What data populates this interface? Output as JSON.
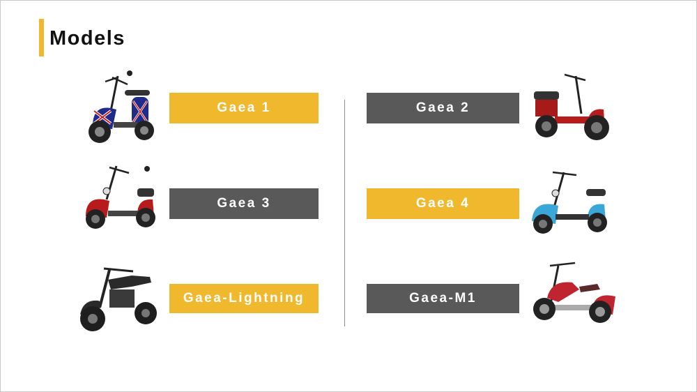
{
  "title": "Models",
  "colors": {
    "accent": "#F0B82C",
    "label_gray": "#595959"
  },
  "models": [
    {
      "name": "Gaea 1",
      "style": "yellow",
      "scooter_colors": {
        "body": "#1f2c8a",
        "fender": "#c92020"
      }
    },
    {
      "name": "Gaea 2",
      "style": "gray",
      "scooter_colors": {
        "body": "#b81b1b",
        "fender": "#b81b1b"
      }
    },
    {
      "name": "Gaea 3",
      "style": "gray",
      "scooter_colors": {
        "body": "#b81b1b",
        "fender": "#b81b1b"
      }
    },
    {
      "name": "Gaea 4",
      "style": "yellow",
      "scooter_colors": {
        "body": "#3aa7d6",
        "fender": "#3aa7d6"
      }
    },
    {
      "name": "Gaea-Lightning",
      "style": "yellow",
      "scooter_colors": {
        "body": "#2a2a2a",
        "fender": "#2a2a2a"
      }
    },
    {
      "name": "Gaea-M1",
      "style": "gray",
      "scooter_colors": {
        "body": "#c0242f",
        "fender": "#c0242f"
      }
    }
  ]
}
